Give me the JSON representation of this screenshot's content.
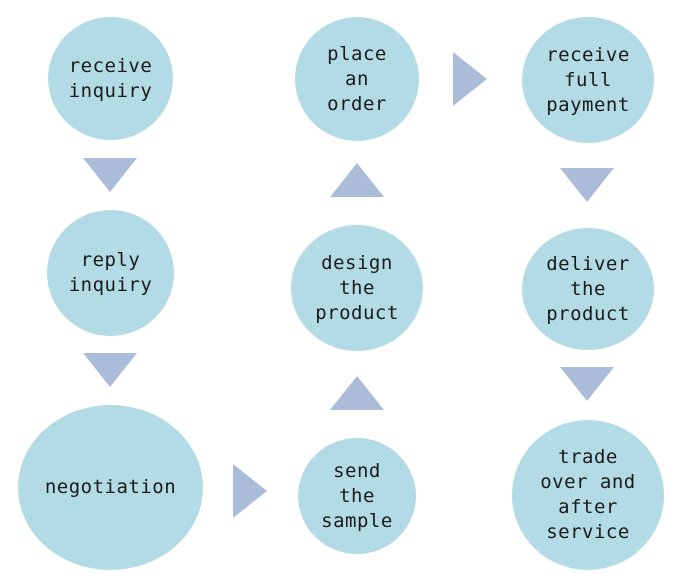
{
  "nodes": {
    "receive_inquiry": "receive\ninquiry",
    "reply_inquiry": "reply\ninquiry",
    "negotiation": "negotiation",
    "place_order": "place\nan\norder",
    "design_product": "design\nthe\nproduct",
    "send_sample": "send\nthe\nsample",
    "receive_payment": "receive\nfull\npayment",
    "deliver_product": "deliver\nthe\nproduct",
    "trade_over": "trade\nover and\nafter\nservice"
  },
  "colors": {
    "node_fill": "#b3dbe6",
    "arrow_fill": "#aabcd8",
    "text": "#1a1a1a"
  },
  "icons": {
    "arrow": "triangle-arrow-icon"
  }
}
